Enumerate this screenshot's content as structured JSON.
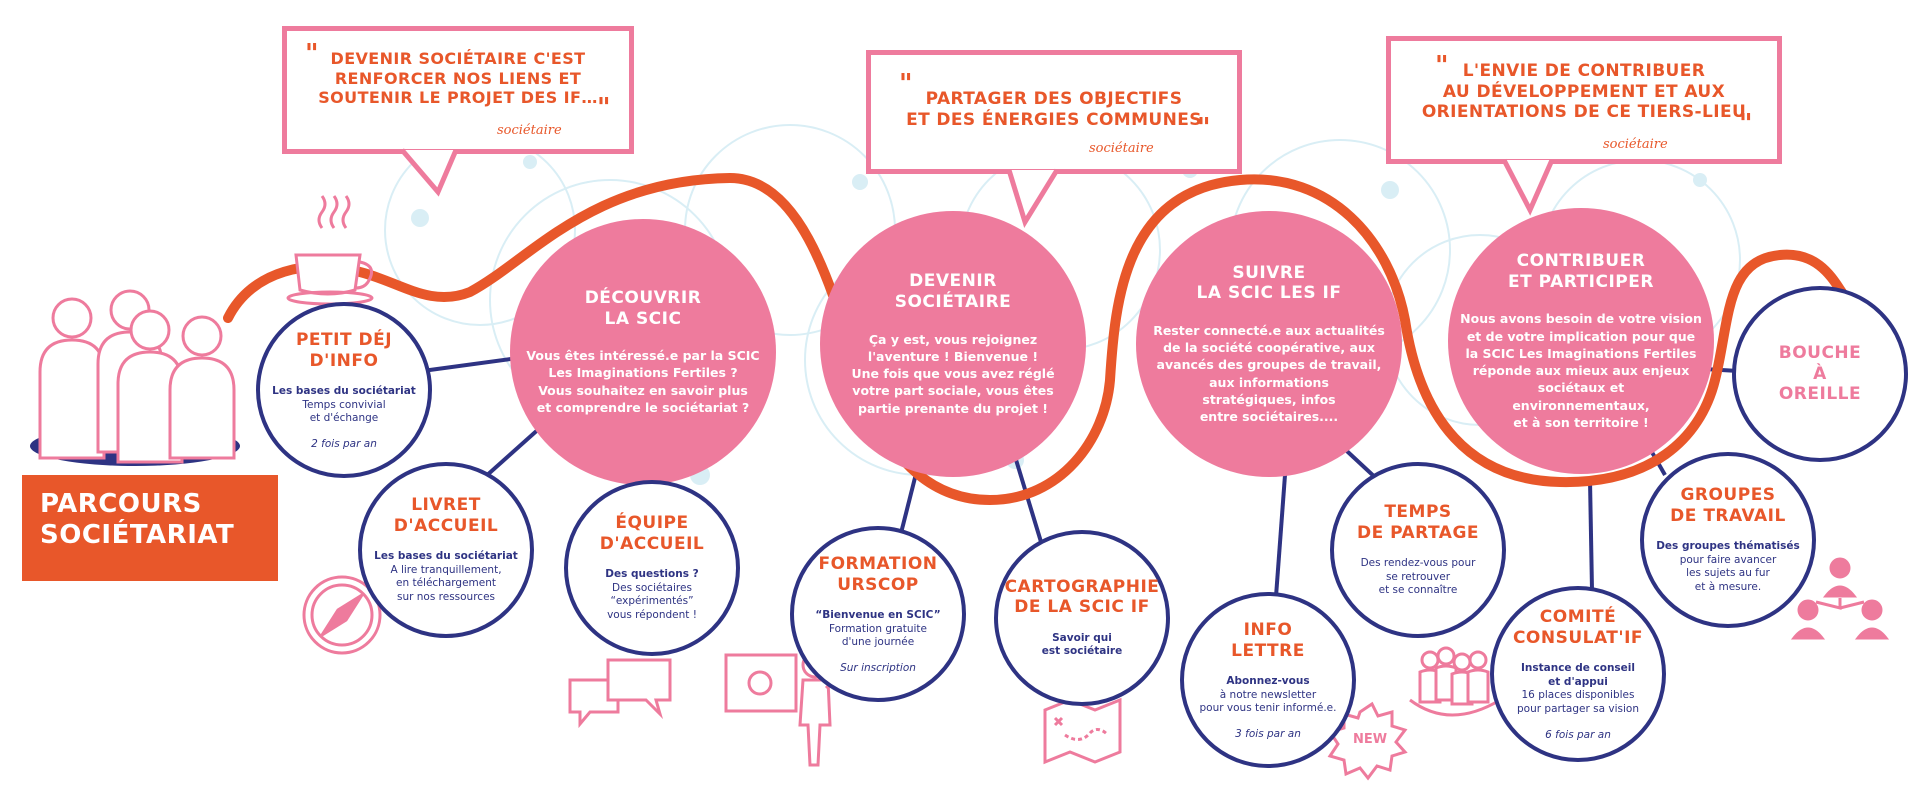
{
  "title": "PARCOURS\nSOCIÉTARIAT",
  "colors": {
    "orange": "#e8572a",
    "pink": "#ee7b9d",
    "navy": "#2e3383",
    "light_blue": "#d9eef5"
  },
  "quotes": [
    {
      "text": "DEVENIR SOCIÉTAIRE C'EST\nRENFORCER NOS LIENS ET\nSOUTENIR LE PROJET DES IF…",
      "author": "sociétaire",
      "open": "\"",
      "close": "\""
    },
    {
      "text": "PARTAGER DES OBJECTIFS\nET DES ÉNERGIES COMMUNES",
      "author": "sociétaire",
      "open": "\"",
      "close": "\""
    },
    {
      "text": "L'ENVIE DE CONTRIBUER\nAU  DÉVELOPPEMENT ET AUX\nORIENTATIONS DE CE TIERS-LIEU",
      "author": "sociétaire",
      "open": "\"",
      "close": "\""
    }
  ],
  "steps": [
    {
      "title": "DÉCOUVRIR\nLA SCIC",
      "body": "Vous êtes intéressé.e par la SCIC\nLes Imaginations Fertiles ?\nVous souhaitez en savoir plus\net comprendre le sociétariat ?"
    },
    {
      "title": "DEVENIR\nSOCIÉTAIRE",
      "body": "Ça y est, vous rejoignez\nl'aventure ! Bienvenue !\nUne fois que vous avez réglé\nvotre part sociale, vous êtes\npartie prenante du projet !"
    },
    {
      "title": "SUIVRE\nLA SCIC LES IF",
      "body": "Rester connecté.e aux actualités\nde la société coopérative, aux\navancés des groupes de travail,\naux informations\nstratégiques, infos\nentre sociétaires...."
    },
    {
      "title": "CONTRIBUER\nET PARTICIPER",
      "body": "Nous avons besoin de votre vision\net de votre implication pour que\nla SCIC Les Imaginations Fertiles\nréponde aux mieux aux enjeux\nsociétaux et\nenvironnementaux,\net à son territoire !"
    }
  ],
  "nodes": [
    {
      "title": "PETIT DÉJ\nD'INFO",
      "bold": "Les bases du sociétariat",
      "text": "Temps convivial\net d'échange",
      "note": "2 fois par an"
    },
    {
      "title": "LIVRET\nD'ACCUEIL",
      "bold": "Les bases du sociétariat",
      "text": "A lire tranquillement,\nen téléchargement\nsur nos ressources",
      "note": ""
    },
    {
      "title": "ÉQUIPE\nD'ACCUEIL",
      "bold": "Des questions ?",
      "text": "Des sociétaires\n“expérimentés”\nvous répondent !",
      "note": ""
    },
    {
      "title": "FORMATION\nURSCOP",
      "bold": "“Bienvenue en SCIC”",
      "text": "Formation gratuite\nd'une journée",
      "note": "Sur inscription"
    },
    {
      "title": "CARTOGRAPHIE\nDE LA SCIC IF",
      "bold": "Savoir qui\nest sociétaire",
      "text": "",
      "note": ""
    },
    {
      "title": "INFO\nLETTRE",
      "bold": "Abonnez-vous",
      "text": "à notre newsletter\npour vous tenir informé.e.",
      "note": "3 fois par an"
    },
    {
      "title": "TEMPS\nDE PARTAGE",
      "bold": "",
      "text": "Des rendez-vous pour\nse retrouver\net se connaître",
      "note": ""
    },
    {
      "title": "COMITÉ\nCONSULAT'IF",
      "bold": "Instance de conseil\net d'appui",
      "text": "16 places disponibles\npour partager sa vision",
      "note": "6 fois par an"
    },
    {
      "title": "GROUPES\nDE TRAVAIL",
      "bold": "Des groupes thématisés",
      "text": "pour faire avancer\nles sujets au fur\net à mesure.",
      "note": ""
    },
    {
      "title": "BOUCHE\nÀ\nOREILLE",
      "bold": "",
      "text": "",
      "note": ""
    }
  ],
  "badge": "NEW",
  "icons": [
    "people-group-icon",
    "coffee-cup-icon",
    "compass-icon",
    "chat-bubbles-icon",
    "presentation-icon",
    "map-icon",
    "new-badge-icon",
    "crowd-icon",
    "network-people-icon"
  ]
}
